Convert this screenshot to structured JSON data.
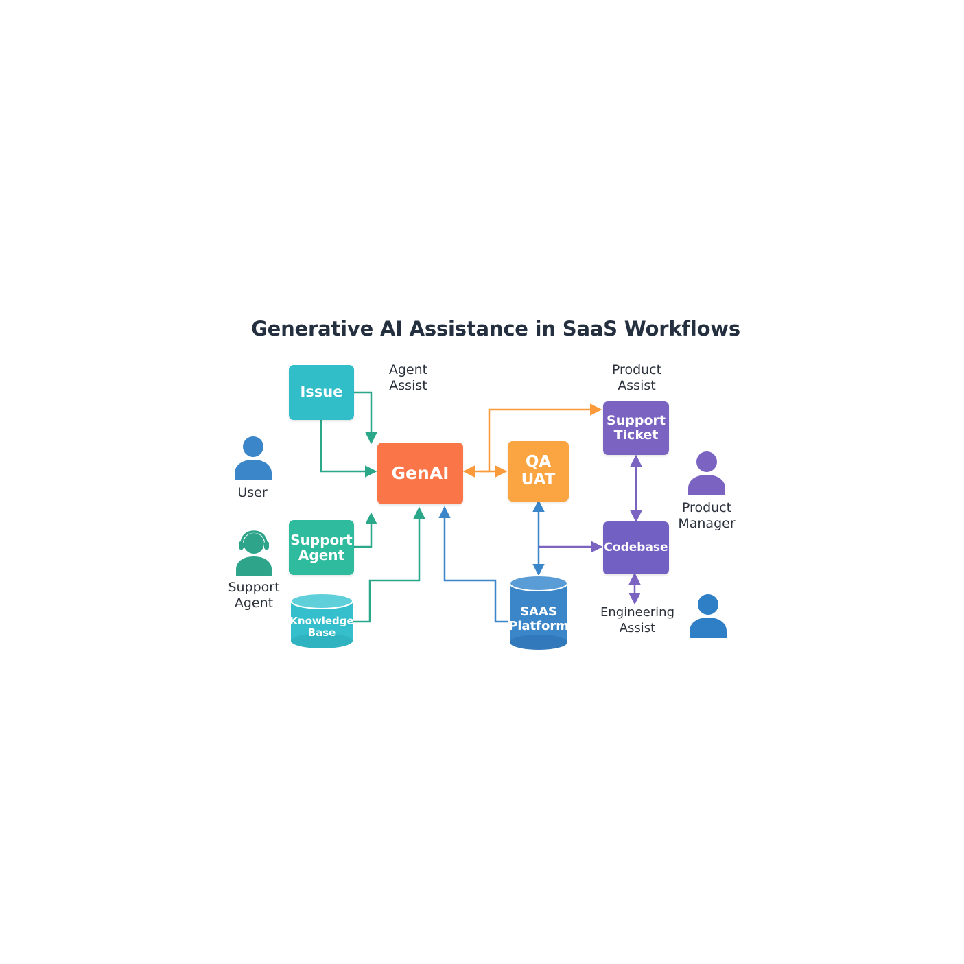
{
  "title": "Generative AI Assistance in SaaS Workflows",
  "nodes": {
    "issue": {
      "lines": [
        "Issue"
      ],
      "color": "#32bec9"
    },
    "support_agent": {
      "lines": [
        "Support",
        "Agent"
      ],
      "color": "#2fbb9d"
    },
    "knowledge_base": {
      "lines": [
        "Knowledge",
        "Base"
      ],
      "color": "#35bfcc"
    },
    "genai": {
      "lines": [
        "GenAI"
      ],
      "color": "#fa7548"
    },
    "qa_uat": {
      "lines": [
        "QA",
        "UAT"
      ],
      "color": "#fba542"
    },
    "saas_platform": {
      "lines": [
        "SAAS",
        "Platform"
      ],
      "color": "#3a86c8"
    },
    "support_ticket": {
      "lines": [
        "Support",
        "Ticket"
      ],
      "color": "#7b63c2"
    },
    "codebase": {
      "lines": [
        "Codebase"
      ],
      "color": "#7260c2"
    }
  },
  "labels": {
    "agent_assist": [
      "Agent",
      "Assist"
    ],
    "product_assist": [
      "Product",
      "Assist"
    ],
    "engineering_assist": [
      "Engineering",
      "Assist"
    ]
  },
  "people": {
    "user": {
      "lines": [
        "User"
      ],
      "color": "#3a86c8",
      "icon": "user-icon"
    },
    "support_agent": {
      "lines": [
        "Support",
        "Agent"
      ],
      "color": "#2ea58a",
      "icon": "headset-person-icon"
    },
    "product_manager": {
      "lines": [
        "Product",
        "Manager"
      ],
      "color": "#7b63c2",
      "icon": "person-icon"
    },
    "engineer": {
      "lines": [],
      "color": "#2f7fc6",
      "icon": "person-icon"
    }
  },
  "edge_colors": {
    "teal": "#2aa889",
    "blue": "#3a86c8",
    "orange": "#fb9a3a",
    "purple": "#7b63c2"
  }
}
